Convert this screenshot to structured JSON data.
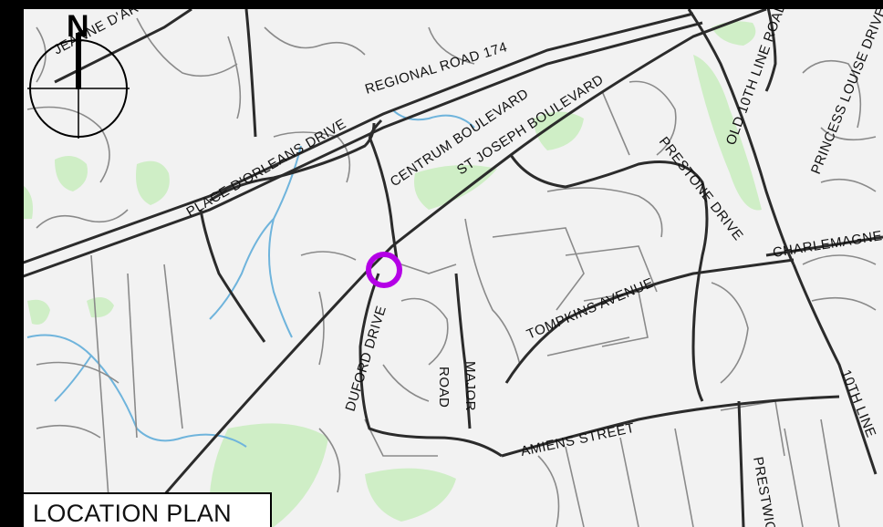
{
  "title": "LOCATION PLAN",
  "north_arrow": {
    "letter": "N"
  },
  "colors": {
    "background": "#f2f2f2",
    "road_major": "#2b2b2b",
    "road_minor": "#8a8a8a",
    "park": "#cfeec6",
    "water": "#6fb4dc",
    "marker": "#b400e6",
    "frame": "#000000"
  },
  "road_labels": [
    "JEANNE D'ARC",
    "REGIONAL ROAD 174",
    "PLACE D'ORLEANS DRIVE",
    "CENTRUM BOULEVARD",
    "ST JOSEPH BOULEVARD",
    "OLD 10TH LINE ROAD",
    "PRINCESS LOUISE DRIVE",
    "PRESTONE DRIVE",
    "CHARLEMAGNE",
    "TOMPKINS AVENUE",
    "DUFORD DRIVE",
    "MAJOR",
    "ROAD",
    "AMIENS STREET",
    "10TH LINE",
    "PRESTWICK"
  ],
  "marker": {
    "name": "project-location",
    "shape": "circle"
  }
}
